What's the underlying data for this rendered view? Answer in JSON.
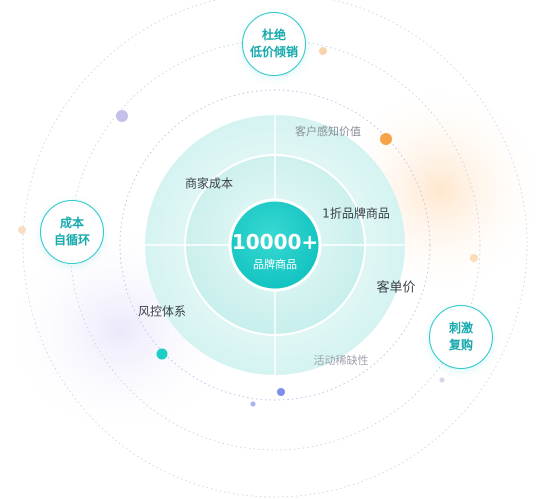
{
  "center": {
    "title": "10000+",
    "subtitle": "品牌商品"
  },
  "quadrants": {
    "top_left": "商家成本",
    "top_right": "1折品牌商品",
    "bottom_left": "风控体系",
    "bottom_right": "客单价"
  },
  "ring_labels": {
    "top": "客户感知价值",
    "bottom": "活动稀缺性"
  },
  "badges": {
    "top": [
      "杜绝",
      "低价倾销"
    ],
    "left": [
      "成本",
      "自循环"
    ],
    "right": [
      "刺激",
      "复购"
    ]
  },
  "colors": {
    "accent": "#2dc7c8",
    "center": "#1ccdc8",
    "orange": "#f5a44a",
    "purple": "#b8b3e6",
    "blue_dot": "#7d8fe8"
  }
}
